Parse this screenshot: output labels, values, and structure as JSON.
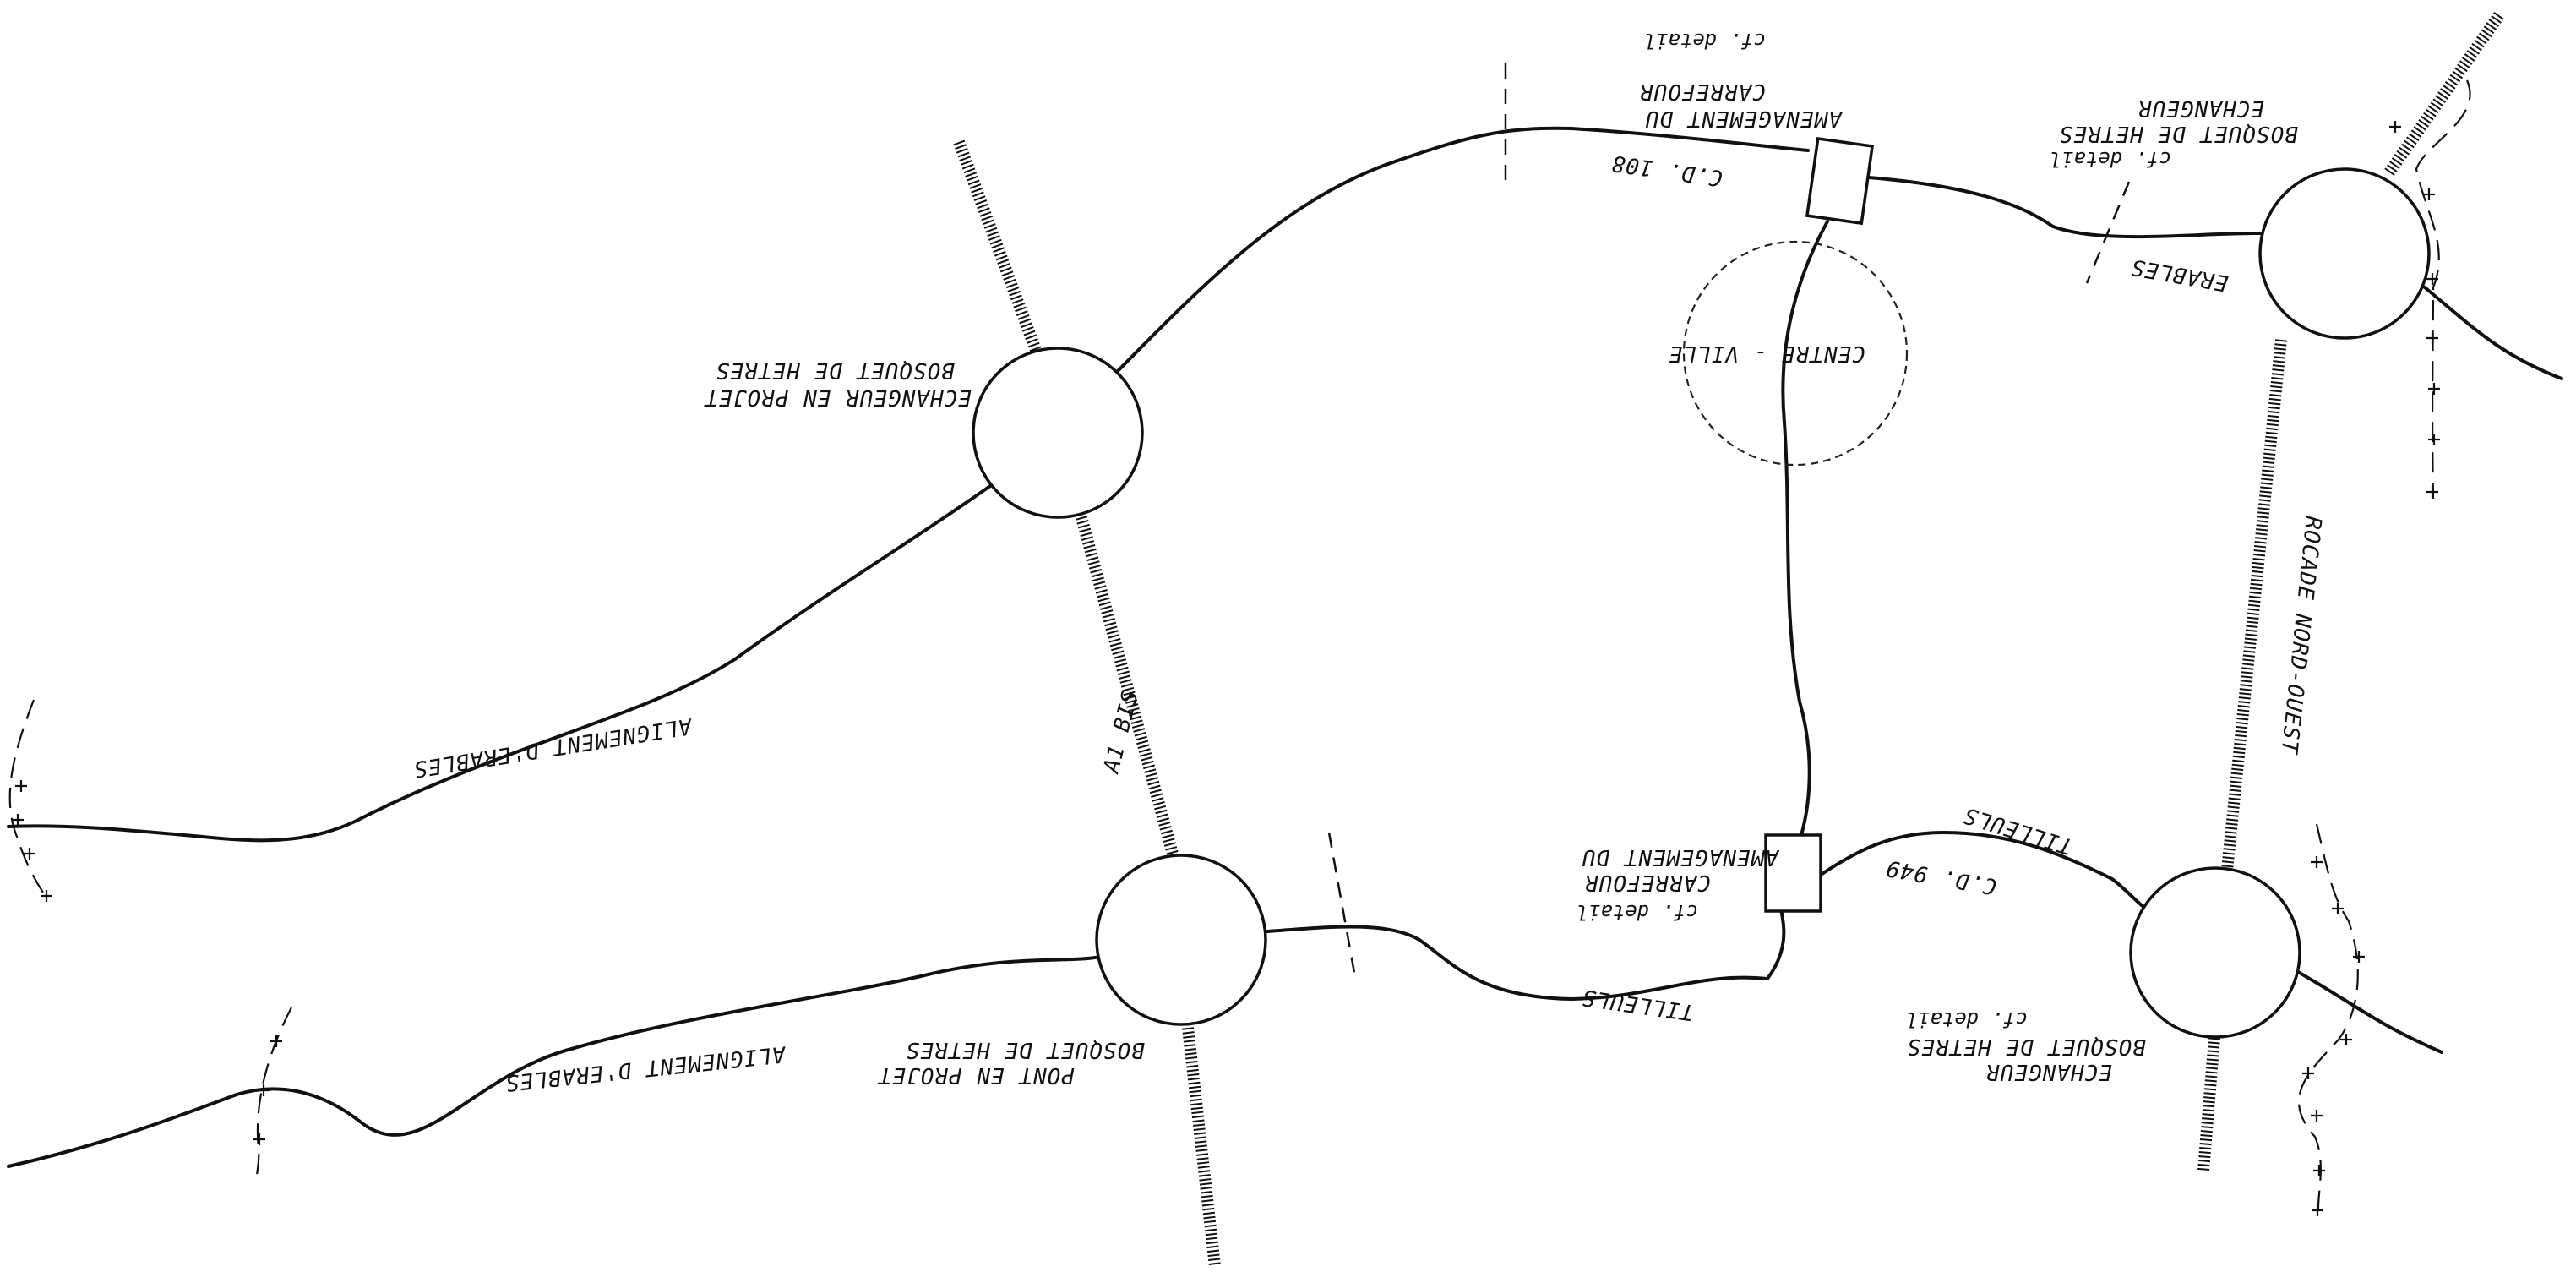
{
  "colors": {
    "ink": "#111111",
    "paper": "#ffffff"
  },
  "labels": {
    "interchange_nw": [
      "ECHANGEUR EN PROJET",
      "BOSQUET DE HETRES"
    ],
    "interchange_ne": [
      "ECHANGEUR",
      "BOSQUET DE HETRES",
      "cf. detail"
    ],
    "interchange_se": [
      "ECHANGEUR",
      "BOSQUET DE HETRES",
      "cf. detail"
    ],
    "bridge_sw": [
      "PONT EN PROJET",
      "BOSQUET DE HETRES"
    ],
    "junction_north": [
      "AMENAGEMENT DU",
      "CARREFOUR",
      "cf. detail"
    ],
    "junction_south": [
      "AMENAGEMENT DU",
      "CARREFOUR",
      "cf. detail"
    ],
    "road_cd108": "C.D. 108",
    "road_cd949": "C.D. 949",
    "centre_ville": "CENTRE - VILLE",
    "erables": "ERABLES",
    "tilleuls_south": "TILLEULS",
    "tilleuls_east": "TILLEULS",
    "alignement_north": "ALIGNEMENT D'ERABLES",
    "alignement_south": "ALIGNEMENT D'ERABLES",
    "a1_bis": "A1 BIS",
    "rocade": "ROCADE NORD-OUEST"
  }
}
